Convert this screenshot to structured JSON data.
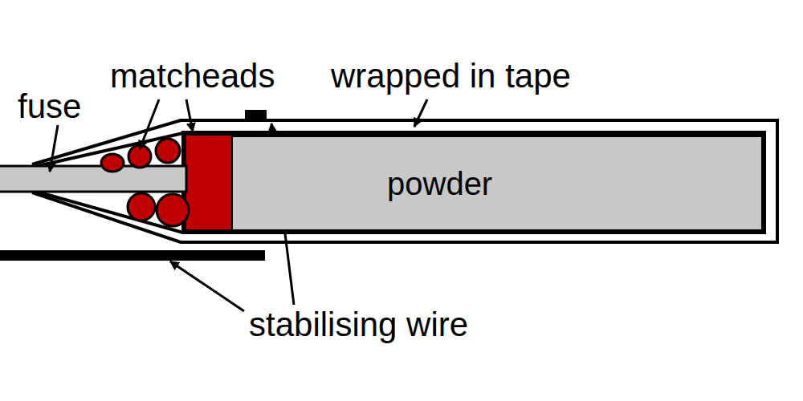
{
  "diagram": {
    "nodes": [
      {
        "text": [
          "powder"
        ]
      }
    ],
    "labels": [
      "fuse",
      "matcheads",
      "wrapped in tape",
      "stabilising wire"
    ]
  }
}
